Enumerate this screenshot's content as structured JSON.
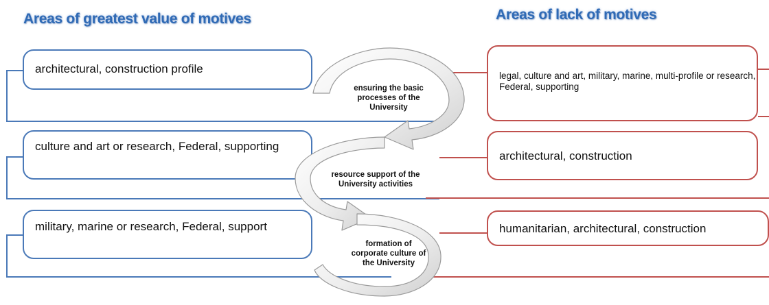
{
  "headings": {
    "left": "Areas of greatest value of motives",
    "right": "Areas of lack of motives"
  },
  "left_boxes": [
    "architectural, construction profile",
    "culture and art or research, Federal, supporting",
    "military, marine or research, Federal, support"
  ],
  "right_boxes": [
    "legal, culture and art, military, marine, multi-profile or research, Federal, supporting",
    "architectural, construction",
    "humanitarian, architectural, construction"
  ],
  "stages": [
    "ensuring the basic processes of the University",
    "resource support of the University activities",
    "formation of corporate culture of the University"
  ],
  "colors": {
    "heading": "#2f6ab5",
    "left_accent": "#4a79b8",
    "right_accent": "#c0504d",
    "arrow_fill": "#eeeeee",
    "arrow_outline": "#9a9a9a"
  }
}
